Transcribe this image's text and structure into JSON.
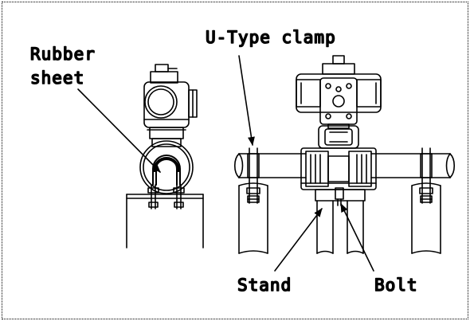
{
  "labels": {
    "rubber_sheet_line1": "Rubber",
    "rubber_sheet_line2": "sheet",
    "u_type_clamp": "U-Type clamp",
    "stand": "Stand",
    "bolt": "Bolt"
  },
  "colors": {
    "line": "#000000",
    "background": "#ffffff"
  }
}
